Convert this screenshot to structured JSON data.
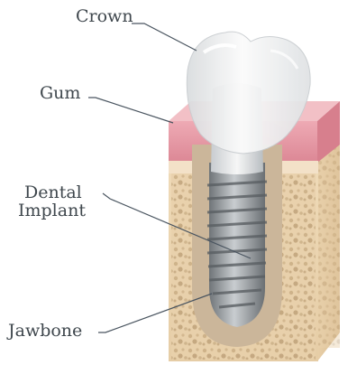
{
  "diagram": {
    "labels": {
      "crown": "Crown",
      "gum": "Gum",
      "dental": "Dental",
      "implant": "Implant",
      "jawbone": "Jawbone"
    }
  },
  "colors": {
    "label_text": "#3f474d",
    "leader_line": "#4a5560",
    "gum_pink": "#e69aa6",
    "bone_beige": "#e9d2ae",
    "implant_grey": "#9a9fa3",
    "crown_white": "#f2f2f2"
  }
}
